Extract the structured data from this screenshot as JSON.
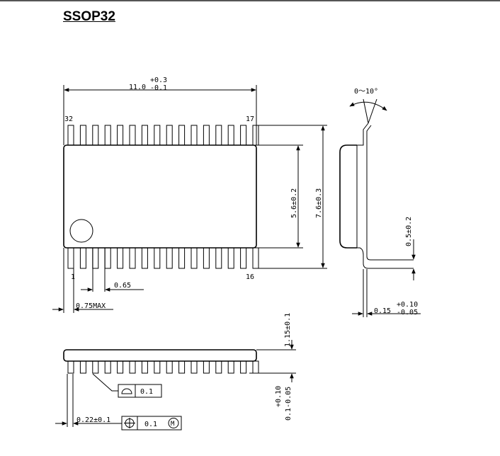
{
  "title": "SSOP32",
  "top_view": {
    "width_nominal": "11.0",
    "width_tol_plus": "+0.3",
    "width_tol_minus": "-0.1",
    "pin_labels": {
      "top_left": "32",
      "top_right": "17",
      "bottom_left": "1",
      "bottom_right": "16"
    },
    "pitch": "0.65",
    "end_offset": "0.75MAX",
    "body_height": "5.6±0.2",
    "total_height": "7.6±0.3",
    "pin_count": 32
  },
  "side_view": {
    "lead_angle": "0～10°",
    "lead_length": "0.5±0.2",
    "lead_thickness_nominal": "0.15",
    "lead_thickness_tol_plus": "+0.10",
    "lead_thickness_tol_minus": "-0.05"
  },
  "front_view": {
    "body_thickness": "1.15±0.1",
    "standoff_nominal": "0.1-0.05",
    "standoff_tol_plus": "+0.10",
    "lead_width": "0.22±0.1",
    "flatness_value": "0.1",
    "position_value": "0.1",
    "mmc_symbol": "M"
  }
}
